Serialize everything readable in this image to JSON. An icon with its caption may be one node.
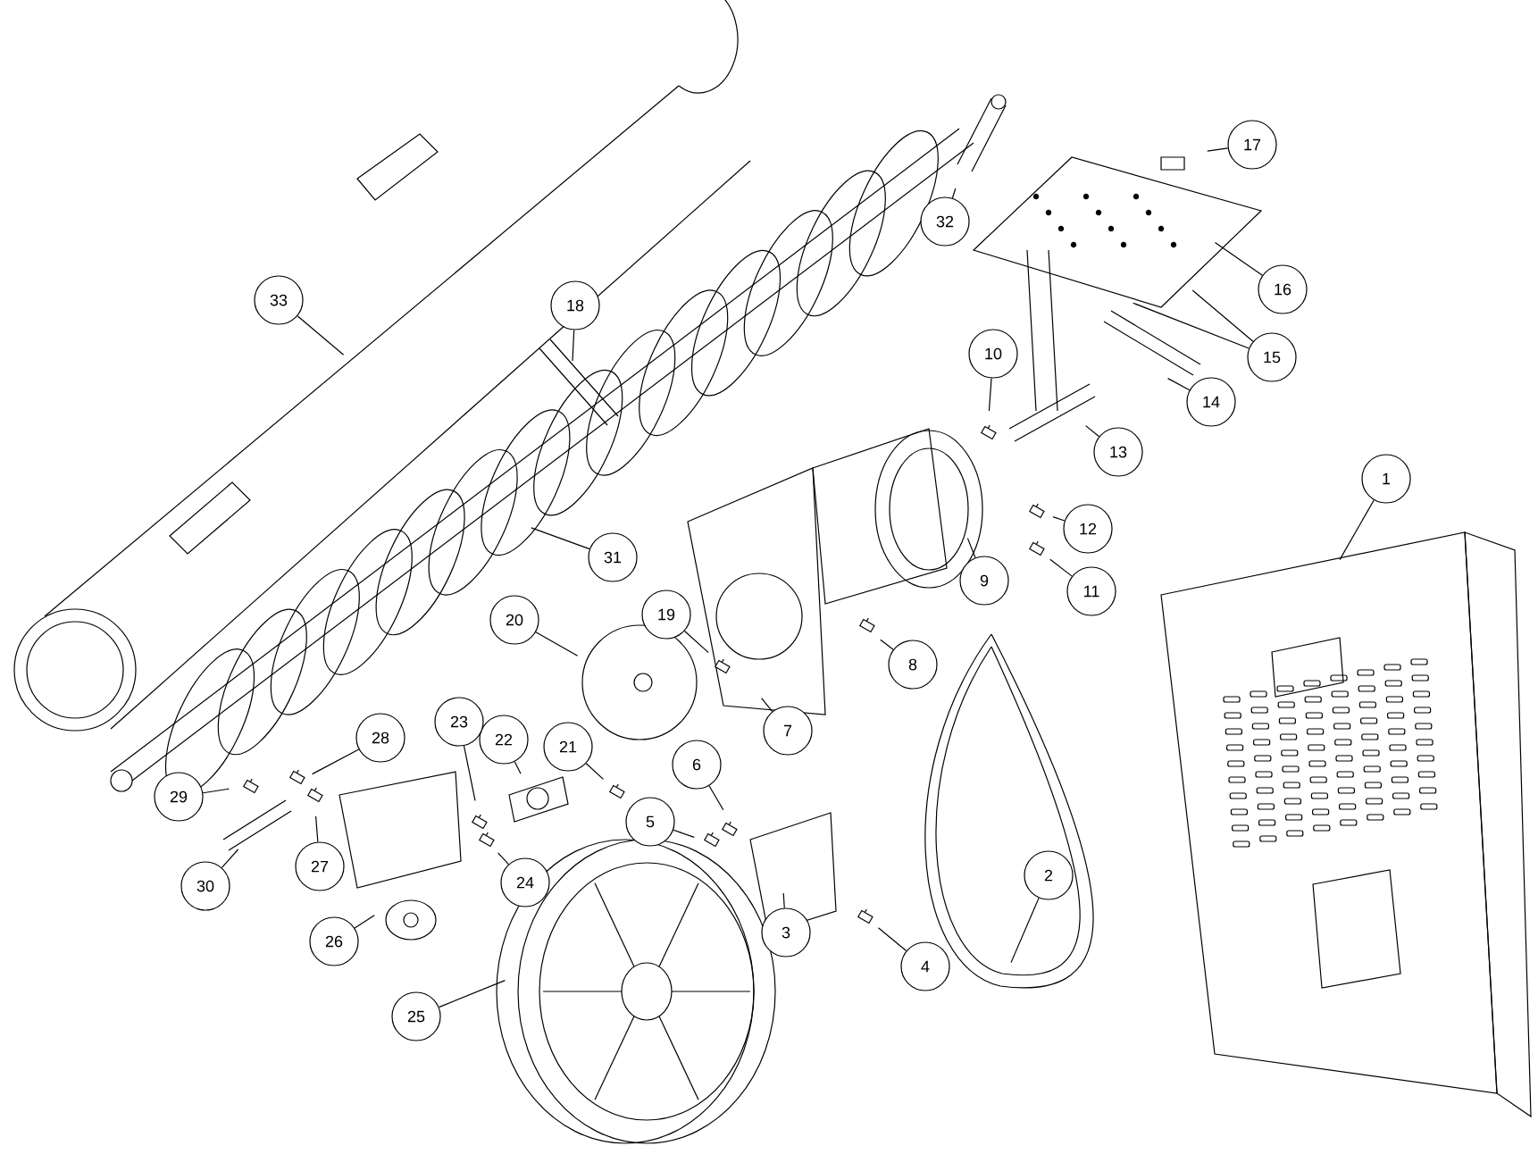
{
  "diagram": {
    "nodes": [
      {
        "text": [
          "1"
        ]
      },
      {
        "text": [
          "2"
        ]
      },
      {
        "text": [
          "3"
        ]
      },
      {
        "text": [
          "4"
        ]
      },
      {
        "text": [
          "5"
        ]
      },
      {
        "text": [
          "6"
        ]
      },
      {
        "text": [
          "7"
        ]
      },
      {
        "text": [
          "8"
        ]
      },
      {
        "text": [
          "9"
        ]
      },
      {
        "text": [
          "10"
        ]
      },
      {
        "text": [
          "11"
        ]
      },
      {
        "text": [
          "12"
        ]
      },
      {
        "text": [
          "13"
        ]
      },
      {
        "text": [
          "14"
        ]
      },
      {
        "text": [
          "15"
        ]
      },
      {
        "text": [
          "16"
        ]
      },
      {
        "text": [
          "17"
        ]
      },
      {
        "text": [
          "18"
        ]
      },
      {
        "text": [
          "19"
        ]
      },
      {
        "text": [
          "20"
        ]
      },
      {
        "text": [
          "21"
        ]
      },
      {
        "text": [
          "22"
        ]
      },
      {
        "text": [
          "23"
        ]
      },
      {
        "text": [
          "24"
        ]
      },
      {
        "text": [
          "25"
        ]
      },
      {
        "text": [
          "26"
        ]
      },
      {
        "text": [
          "27"
        ]
      },
      {
        "text": [
          "28"
        ]
      },
      {
        "text": [
          "29"
        ]
      },
      {
        "text": [
          "30"
        ]
      },
      {
        "text": [
          "31"
        ]
      },
      {
        "text": [
          "32"
        ]
      },
      {
        "text": [
          "33"
        ]
      }
    ],
    "edges": [
      {
        "from": 0,
        "to": null,
        "arrow": "none"
      },
      {
        "from": 1,
        "to": null,
        "arrow": "none"
      },
      {
        "from": 2,
        "to": null,
        "arrow": "none"
      },
      {
        "from": 3,
        "to": null,
        "arrow": "none"
      },
      {
        "from": 4,
        "to": null,
        "arrow": "none"
      },
      {
        "from": 5,
        "to": null,
        "arrow": "none"
      },
      {
        "from": 6,
        "to": null,
        "arrow": "none"
      },
      {
        "from": 7,
        "to": null,
        "arrow": "none"
      },
      {
        "from": 8,
        "to": null,
        "arrow": "none"
      },
      {
        "from": 9,
        "to": null,
        "arrow": "none"
      },
      {
        "from": 10,
        "to": null,
        "arrow": "none"
      },
      {
        "from": 11,
        "to": null,
        "arrow": "none"
      },
      {
        "from": 12,
        "to": null,
        "arrow": "none"
      },
      {
        "from": 13,
        "to": null,
        "arrow": "none"
      },
      {
        "from": 14,
        "to": null,
        "arrow": "none"
      },
      {
        "from": 14,
        "to": null,
        "arrow": "none"
      },
      {
        "from": 15,
        "to": null,
        "arrow": "none"
      },
      {
        "from": 16,
        "to": null,
        "arrow": "none"
      },
      {
        "from": 17,
        "to": null,
        "arrow": "none"
      },
      {
        "from": 18,
        "to": null,
        "arrow": "none"
      },
      {
        "from": 19,
        "to": null,
        "arrow": "none"
      },
      {
        "from": 20,
        "to": null,
        "arrow": "none"
      },
      {
        "from": 21,
        "to": null,
        "arrow": "none"
      },
      {
        "from": 22,
        "to": null,
        "arrow": "none"
      },
      {
        "from": 23,
        "to": null,
        "arrow": "none"
      },
      {
        "from": 24,
        "to": null,
        "arrow": "none"
      },
      {
        "from": 25,
        "to": null,
        "arrow": "none"
      },
      {
        "from": 26,
        "to": null,
        "arrow": "none"
      },
      {
        "from": 27,
        "to": null,
        "arrow": "none"
      },
      {
        "from": 28,
        "to": null,
        "arrow": "none"
      },
      {
        "from": 29,
        "to": null,
        "arrow": "none"
      },
      {
        "from": 30,
        "to": null,
        "arrow": "none"
      },
      {
        "from": 31,
        "to": null,
        "arrow": "none"
      },
      {
        "from": 32,
        "to": null,
        "arrow": "none"
      }
    ]
  }
}
